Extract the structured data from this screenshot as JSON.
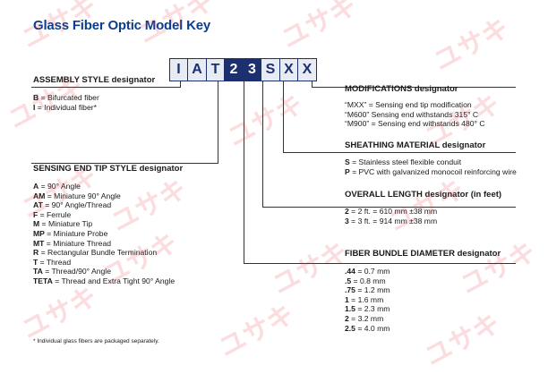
{
  "title": "Glass Fiber Optic Model Key",
  "model_code": [
    "I",
    "A",
    "T",
    "2",
    "3",
    "S",
    "X",
    "X"
  ],
  "assembly": {
    "heading": "ASSEMBLY STYLE designator",
    "items": [
      {
        "code": "B",
        "desc": " = Bifurcated fiber"
      },
      {
        "code": "I",
        "desc": " = Individual fiber*"
      }
    ]
  },
  "tip": {
    "heading": "SENSING END TIP STYLE designator",
    "items": [
      {
        "code": "A",
        "desc": " = 90° Angle"
      },
      {
        "code": "AM",
        "desc": " = Miniature 90° Angle"
      },
      {
        "code": "AT",
        "desc": " = 90° Angle/Thread"
      },
      {
        "code": "F",
        "desc": " = Ferrule"
      },
      {
        "code": "M",
        "desc": " = Miniature Tip"
      },
      {
        "code": "MP",
        "desc": " = Miniature Probe"
      },
      {
        "code": "MT",
        "desc": " = Miniature Thread"
      },
      {
        "code": "R",
        "desc": " = Rectangular Bundle Termination"
      },
      {
        "code": "T",
        "desc": " = Thread"
      },
      {
        "code": "TA",
        "desc": " = Thread/90° Angle"
      },
      {
        "code": "TETA",
        "desc": " = Thread and Extra Tight 90° Angle"
      }
    ]
  },
  "modifications": {
    "heading": "MODIFICATIONS designator",
    "items": [
      {
        "code": "",
        "desc": "“MXX” = Sensing end tip modification"
      },
      {
        "code": "",
        "desc": "“M600” Sensing end withstands 315° C"
      },
      {
        "code": "",
        "desc": "“M900” = Sensing end withstands 480° C"
      }
    ]
  },
  "sheathing": {
    "heading": "SHEATHING MATERIAL designator",
    "items": [
      {
        "code": "S",
        "desc": " = Stainless steel flexible conduit"
      },
      {
        "code": "P",
        "desc": " = PVC with galvanized monocoil reinforcing wire"
      }
    ]
  },
  "length": {
    "heading": "OVERALL LENGTH designator (in feet)",
    "items": [
      {
        "code": "2",
        "desc": " = 2 ft. = 610 mm ±38 mm"
      },
      {
        "code": "3",
        "desc": " = 3 ft. = 914 mm ±38 mm"
      }
    ]
  },
  "diameter": {
    "heading": "FIBER BUNDLE DIAMETER designator",
    "items": [
      {
        "code": ".44",
        "desc": " = 0.7 mm"
      },
      {
        "code": ".5",
        "desc": " = 0.8 mm"
      },
      {
        "code": ".75",
        "desc": " = 1.2 mm"
      },
      {
        "code": "1",
        "desc": " = 1.6 mm"
      },
      {
        "code": "1.5",
        "desc": " = 2.3 mm"
      },
      {
        "code": "2",
        "desc": " = 3.2 mm"
      },
      {
        "code": "2.5",
        "desc": " = 4.0 mm"
      }
    ]
  },
  "footnote": "*    Individual glass fibers are packaged separately.",
  "watermark_text": "ユサキ"
}
